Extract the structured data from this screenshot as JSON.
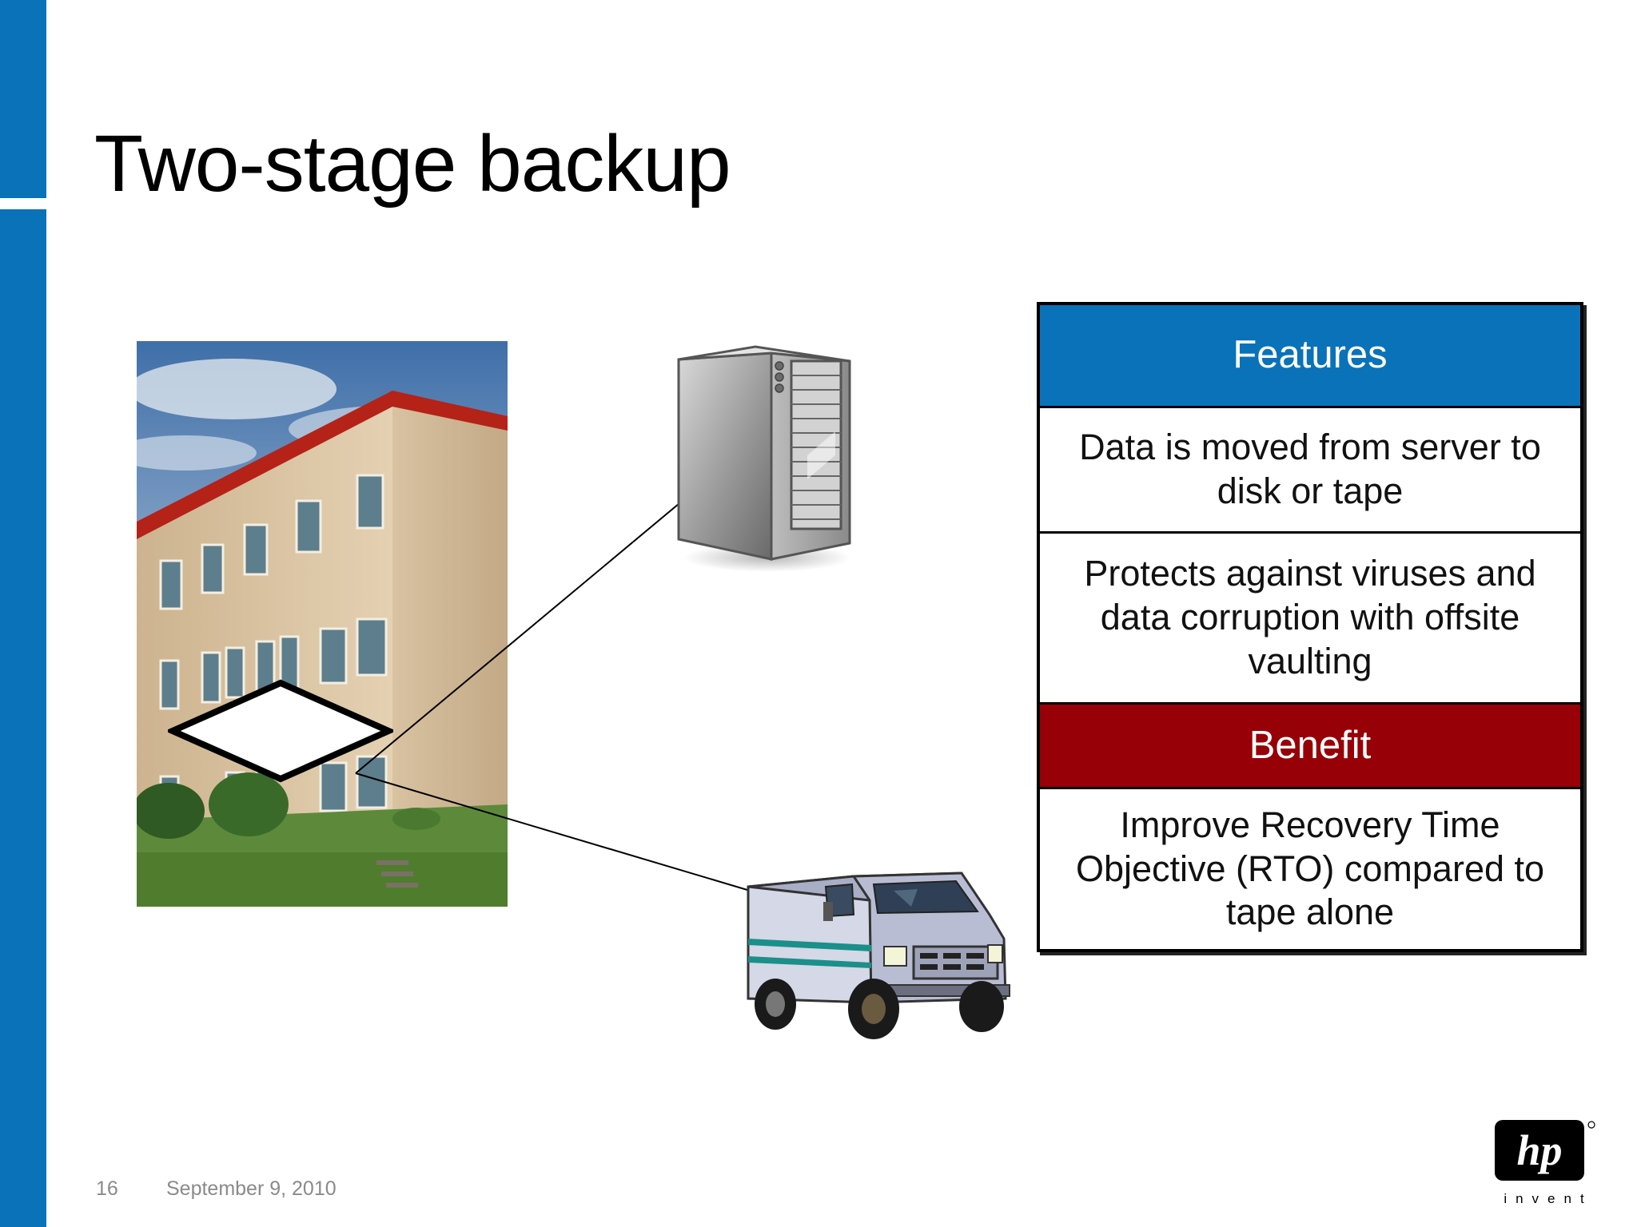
{
  "slide": {
    "title": "Two-stage backup",
    "page_number": "16",
    "date": "September 9, 2010"
  },
  "table": {
    "features_header": "Features",
    "feature_1": "Data is moved  from server to disk or tape",
    "feature_2": "Protects against viruses and data corruption with offsite vaulting",
    "benefit_header": "Benefit",
    "benefit_1": "Improve Recovery Time Objective (RTO) compared to tape alone"
  },
  "colors": {
    "accent_blue": "#0a72b8",
    "benefit_red": "#970006"
  },
  "icons": [
    "building-photo",
    "diamond-shape",
    "server-icon",
    "van-icon",
    "hp-logo"
  ],
  "logo": {
    "tagline": "invent"
  }
}
